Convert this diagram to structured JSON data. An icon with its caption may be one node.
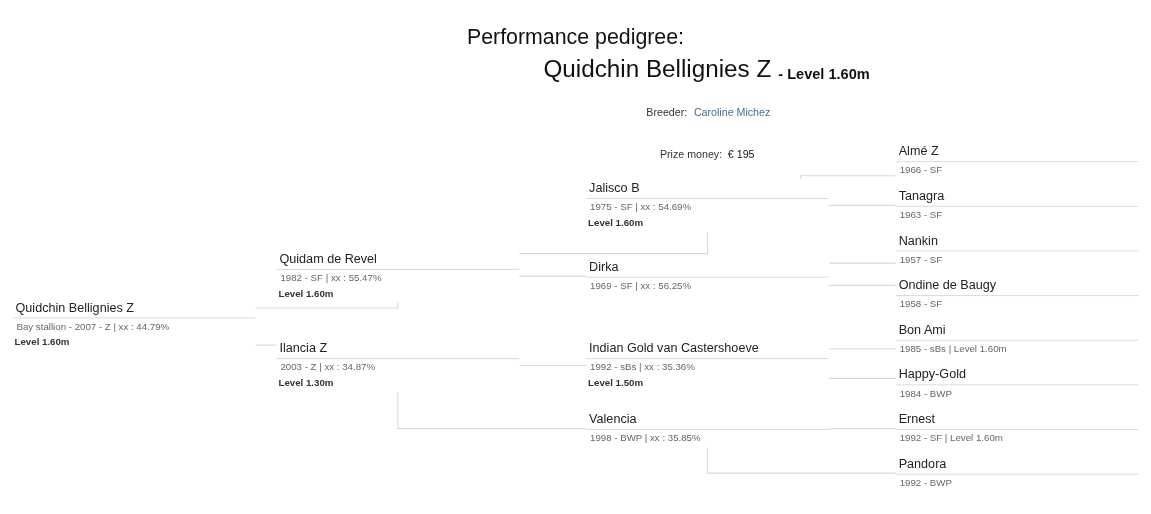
{
  "diagram": {
    "title": "Performance pedigree:",
    "nodes": [
      {
        "text": [
          "Quidchin Bellignies Z",
          "Bay stallion - 2007 - Z | xx : 44.79%",
          "Level 1.60m"
        ]
      },
      {
        "text": [
          "Quidam de Revel",
          "1982 - SF | xx : 55.47%",
          "Level 1.60m"
        ]
      },
      {
        "text": [
          "Ilancia Z",
          "2003 - Z | xx : 34.87%",
          "Level 1.30m"
        ]
      },
      {
        "text": [
          "Jalisco B",
          "1975 - SF | xx : 54.69%",
          "Level 1.60m"
        ]
      },
      {
        "text": [
          "Dirka",
          "1969 - SF | xx : 56.25%"
        ]
      },
      {
        "text": [
          "Indian Gold van Castershoeve",
          "1992 - sBs | xx : 35.36%",
          "Level 1.50m"
        ]
      },
      {
        "text": [
          "Valencia",
          "1998 - BWP | xx : 35.85%"
        ]
      },
      {
        "text": [
          "Almé Z",
          "1966 - SF"
        ]
      },
      {
        "text": [
          "Tanagra",
          "1963 - SF"
        ]
      },
      {
        "text": [
          "Nankin",
          "1957 - SF"
        ]
      },
      {
        "text": [
          "Ondine de Baugy",
          "1958 - SF"
        ]
      },
      {
        "text": [
          "Bon Ami",
          "1985 - sBs | Level 1.60m"
        ]
      },
      {
        "text": [
          "Happy-Gold",
          "1984 - BWP"
        ]
      },
      {
        "text": [
          "Ernest",
          "1992 - SF | Level 1.60m"
        ]
      },
      {
        "text": [
          "Pandora",
          "1992 - BWP"
        ]
      }
    ],
    "edges": [
      {
        "from": 0,
        "to": 1,
        "arrow": "none"
      },
      {
        "from": 0,
        "to": 2,
        "arrow": "none"
      },
      {
        "from": 1,
        "to": 3,
        "arrow": "none"
      },
      {
        "from": 1,
        "to": 4,
        "arrow": "none"
      },
      {
        "from": 2,
        "to": 5,
        "arrow": "none"
      },
      {
        "from": 2,
        "to": 6,
        "arrow": "none"
      },
      {
        "from": 3,
        "to": 7,
        "arrow": "none"
      },
      {
        "from": 3,
        "to": 8,
        "arrow": "none"
      },
      {
        "from": 4,
        "to": 9,
        "arrow": "none"
      },
      {
        "from": 4,
        "to": 10,
        "arrow": "none"
      },
      {
        "from": 5,
        "to": 11,
        "arrow": "none"
      },
      {
        "from": 5,
        "to": 12,
        "arrow": "none"
      },
      {
        "from": 6,
        "to": 13,
        "arrow": "none"
      },
      {
        "from": 6,
        "to": 14,
        "arrow": "none"
      }
    ],
    "labels": [
      "Quidchin Bellignies Z",
      "- Level 1.60m",
      "Breeder:",
      "Caroline Michez",
      "Prize money:",
      "€ 195"
    ]
  }
}
